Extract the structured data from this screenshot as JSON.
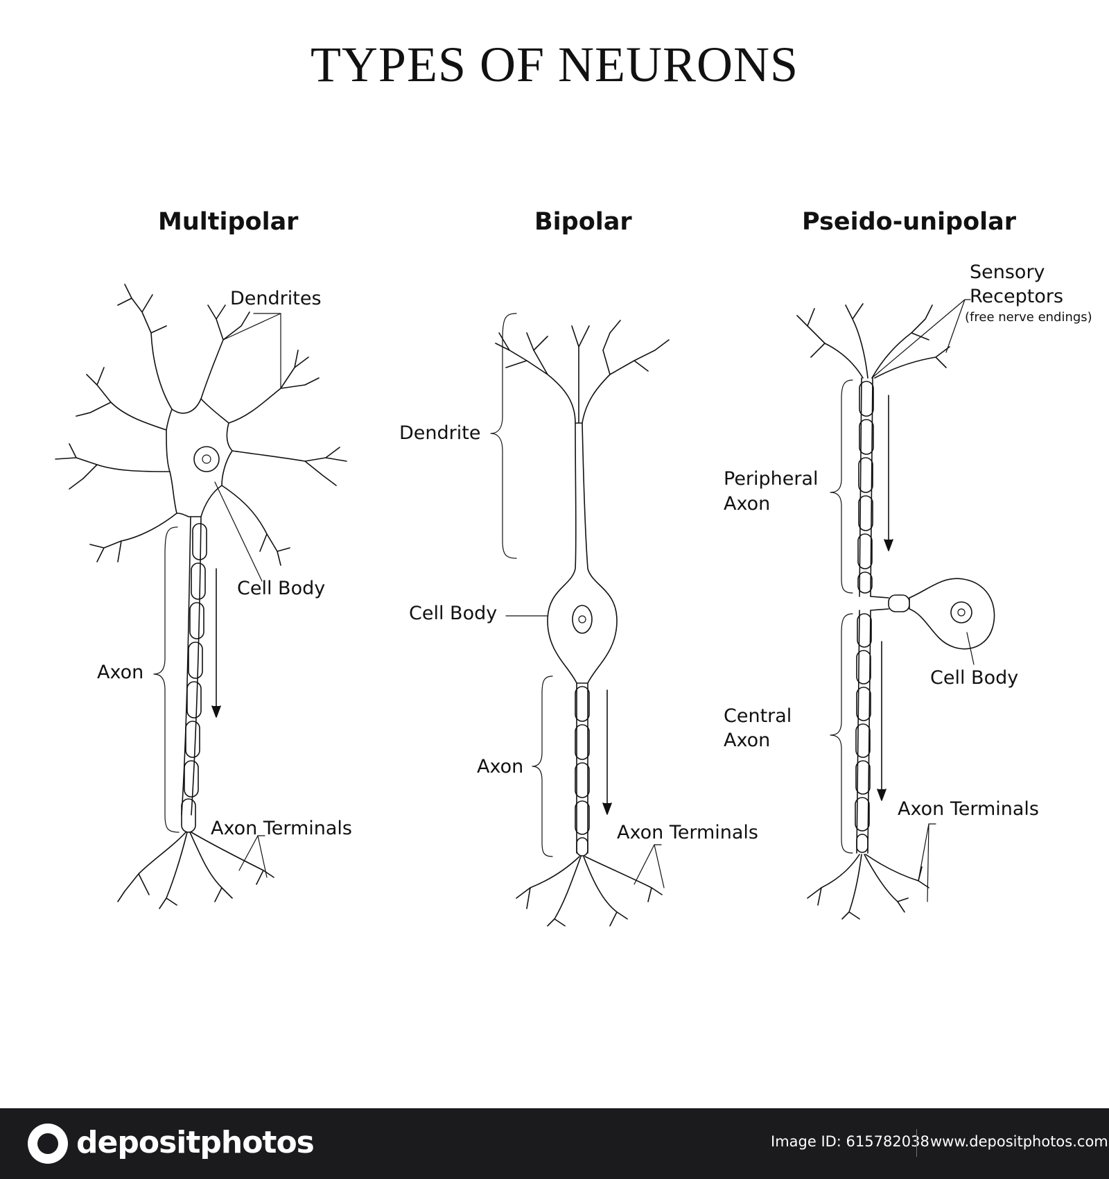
{
  "title": "TYPES OF NEURONS",
  "neurons": {
    "multipolar": {
      "heading": "Multipolar",
      "labels": {
        "dendrites": "Dendrites",
        "cell_body": "Cell Body",
        "axon": "Axon",
        "axon_terminals": "Axon Terminals"
      }
    },
    "bipolar": {
      "heading": "Bipolar",
      "labels": {
        "dendrite": "Dendrite",
        "cell_body": "Cell Body",
        "axon": "Axon",
        "axon_terminals": "Axon Terminals"
      }
    },
    "pseudo_unipolar": {
      "heading": "Pseido-unipolar",
      "labels": {
        "sensory_receptors_line1": "Sensory",
        "sensory_receptors_line2": "Receptors",
        "sensory_receptors_note": "(free nerve endings)",
        "peripheral_axon_line1": "Peripheral",
        "peripheral_axon_line2": "Axon",
        "cell_body": "Cell Body",
        "central_axon_line1": "Central",
        "central_axon_line2": "Axon",
        "axon_terminals": "Axon Terminals"
      }
    }
  },
  "footer": {
    "brand": "depositphotos",
    "image_id": "Image ID: 615782038",
    "url": "www.depositphotos.com"
  },
  "icons": {
    "logo": "depositphotos-logo-icon"
  }
}
